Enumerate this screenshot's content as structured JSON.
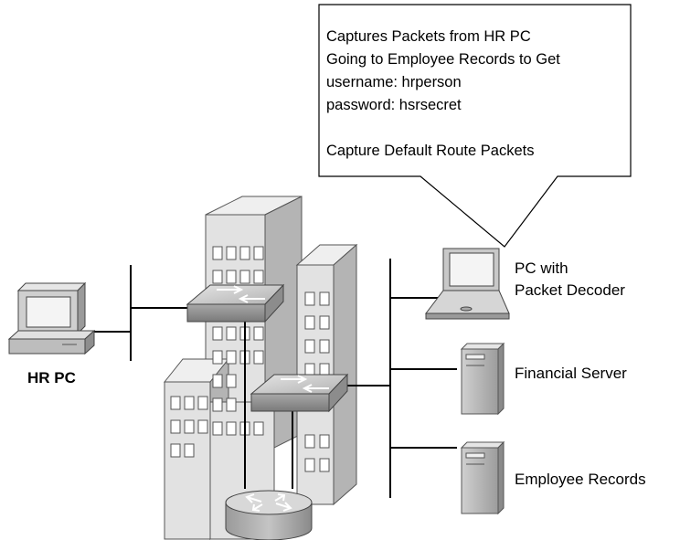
{
  "callout": {
    "lines": [
      "Captures Packets from HR PC",
      "Going to Employee Records to Get",
      "username: hrperson",
      "password: hsrsecret",
      "",
      "Capture Default Route Packets"
    ]
  },
  "labels": {
    "hr_pc": "HR PC",
    "laptop_line1": "PC with",
    "laptop_line2": "Packet Decoder",
    "financial_server": "Financial Server",
    "employee_records": "Employee Records"
  },
  "icons": {
    "hr_pc": "desktop-computer-icon",
    "laptop": "laptop-icon",
    "financial_server": "server-tower-icon",
    "employee_records": "server-tower-icon",
    "switch_upper": "switch-icon",
    "switch_lower": "switch-icon",
    "router": "router-icon",
    "building": "office-building-icon"
  }
}
